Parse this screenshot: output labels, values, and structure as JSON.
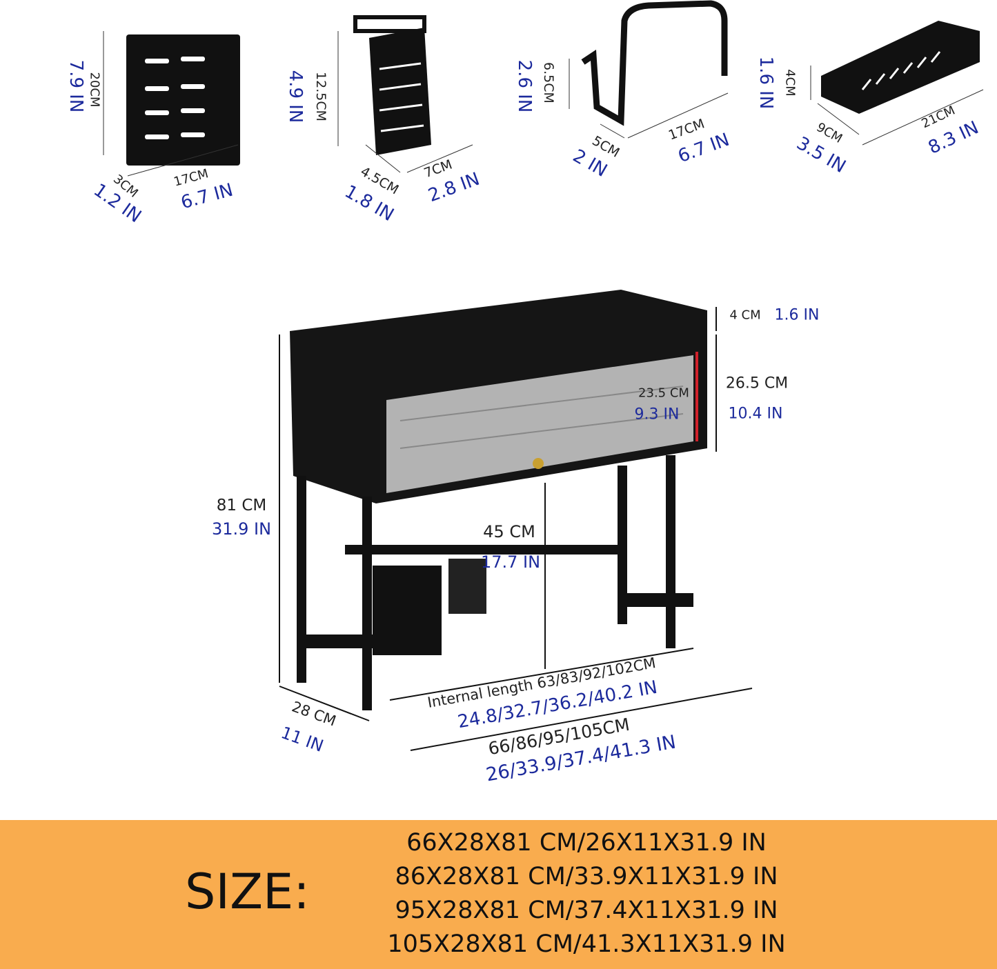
{
  "accessories": {
    "knife_holder": {
      "height_cm": "20CM",
      "height_in": "7.9 IN",
      "depth_cm": "3CM",
      "depth_in": "1.2 IN",
      "width_cm": "17CM",
      "width_in": "6.7 IN"
    },
    "cutlery_holder": {
      "height_cm": "12.5CM",
      "height_in": "4.9 IN",
      "depth_cm": "4.5CM",
      "depth_in": "1.8 IN",
      "width_cm": "7CM",
      "width_in": "2.8 IN"
    },
    "hook": {
      "height_cm": "6.5CM",
      "height_in": "2.6 IN",
      "depth_cm": "5CM",
      "depth_in": "2 IN",
      "width_cm": "17CM",
      "width_in": "6.7 IN"
    },
    "tray": {
      "height_cm": "4CM",
      "height_in": "1.6 IN",
      "depth_cm": "9CM",
      "depth_in": "3.5 IN",
      "width_cm": "21CM",
      "width_in": "8.3 IN"
    }
  },
  "rack": {
    "top_rail_cm": "4 CM",
    "top_rail_in": "1.6 IN",
    "cabinet_cm": "26.5 CM",
    "cabinet_in": "10.4 IN",
    "inner_cm": "23.5 CM",
    "inner_in": "9.3 IN",
    "height_cm": "81 CM",
    "height_in": "31.9 IN",
    "clearance_cm": "45 CM",
    "clearance_in": "17.7 IN",
    "internal_cm": "Internal length 63/83/92/102CM",
    "internal_in": "24.8/32.7/36.2/40.2 IN",
    "depth_cm": "28 CM",
    "depth_in": "11 IN",
    "length_cm": "66/86/95/105CM",
    "length_in": "26/33.9/37.4/41.3 IN"
  },
  "size": {
    "title": "SIZE:",
    "options": [
      "66X28X81 CM/26X11X31.9 IN",
      "86X28X81 CM/33.9X11X31.9 IN",
      "95X28X81 CM/37.4X11X31.9 IN",
      "105X28X81 CM/41.3X11X31.9 IN"
    ]
  },
  "colors": {
    "banner": "#f9ac4e",
    "inch_text": "#1c2a9c",
    "accent_arrow": "#d0202a"
  }
}
